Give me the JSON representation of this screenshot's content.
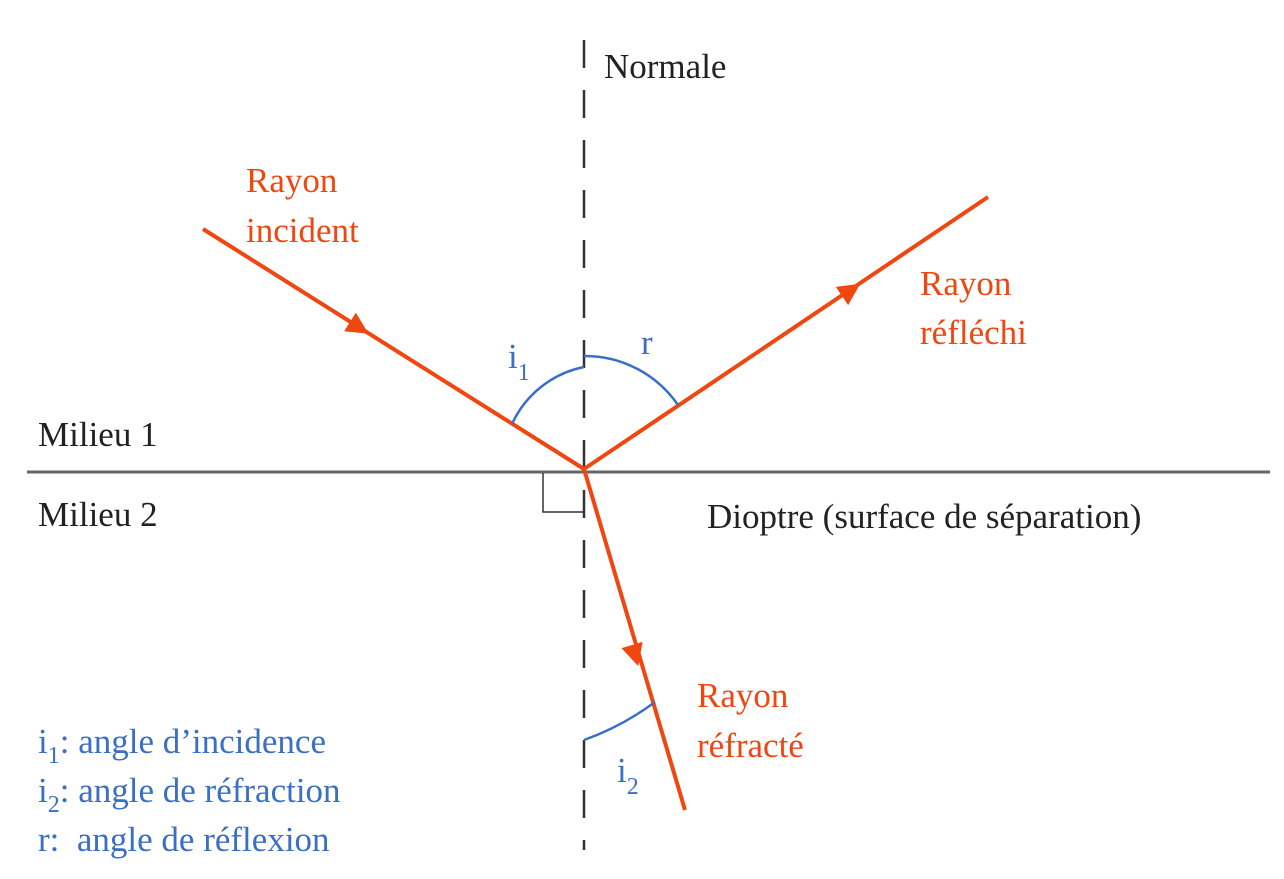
{
  "colors": {
    "ray": "#f0460f",
    "angle": "#3a6fc4",
    "line": "#666666",
    "text": "#222222"
  },
  "labels": {
    "normal": "Normale",
    "incident": [
      "Rayon",
      "incident"
    ],
    "reflected": [
      "Rayon",
      "réfléchi"
    ],
    "refracted": [
      "Rayon",
      "réfracté"
    ],
    "medium1": "Milieu 1",
    "medium2": "Milieu 2",
    "interface": "Dioptre (surface de séparation)",
    "angle_i1": {
      "base": "i",
      "sub": "1"
    },
    "angle_r": "r",
    "angle_i2": {
      "base": "i",
      "sub": "2"
    }
  },
  "legend": [
    {
      "symbol": "i",
      "sub": "1",
      "text": ": angle d’incidence"
    },
    {
      "symbol": "i",
      "sub": "2",
      "text": ": angle de réfraction"
    },
    {
      "symbol": "r",
      "sub": "",
      "text": ":  angle de réflexion"
    }
  ]
}
